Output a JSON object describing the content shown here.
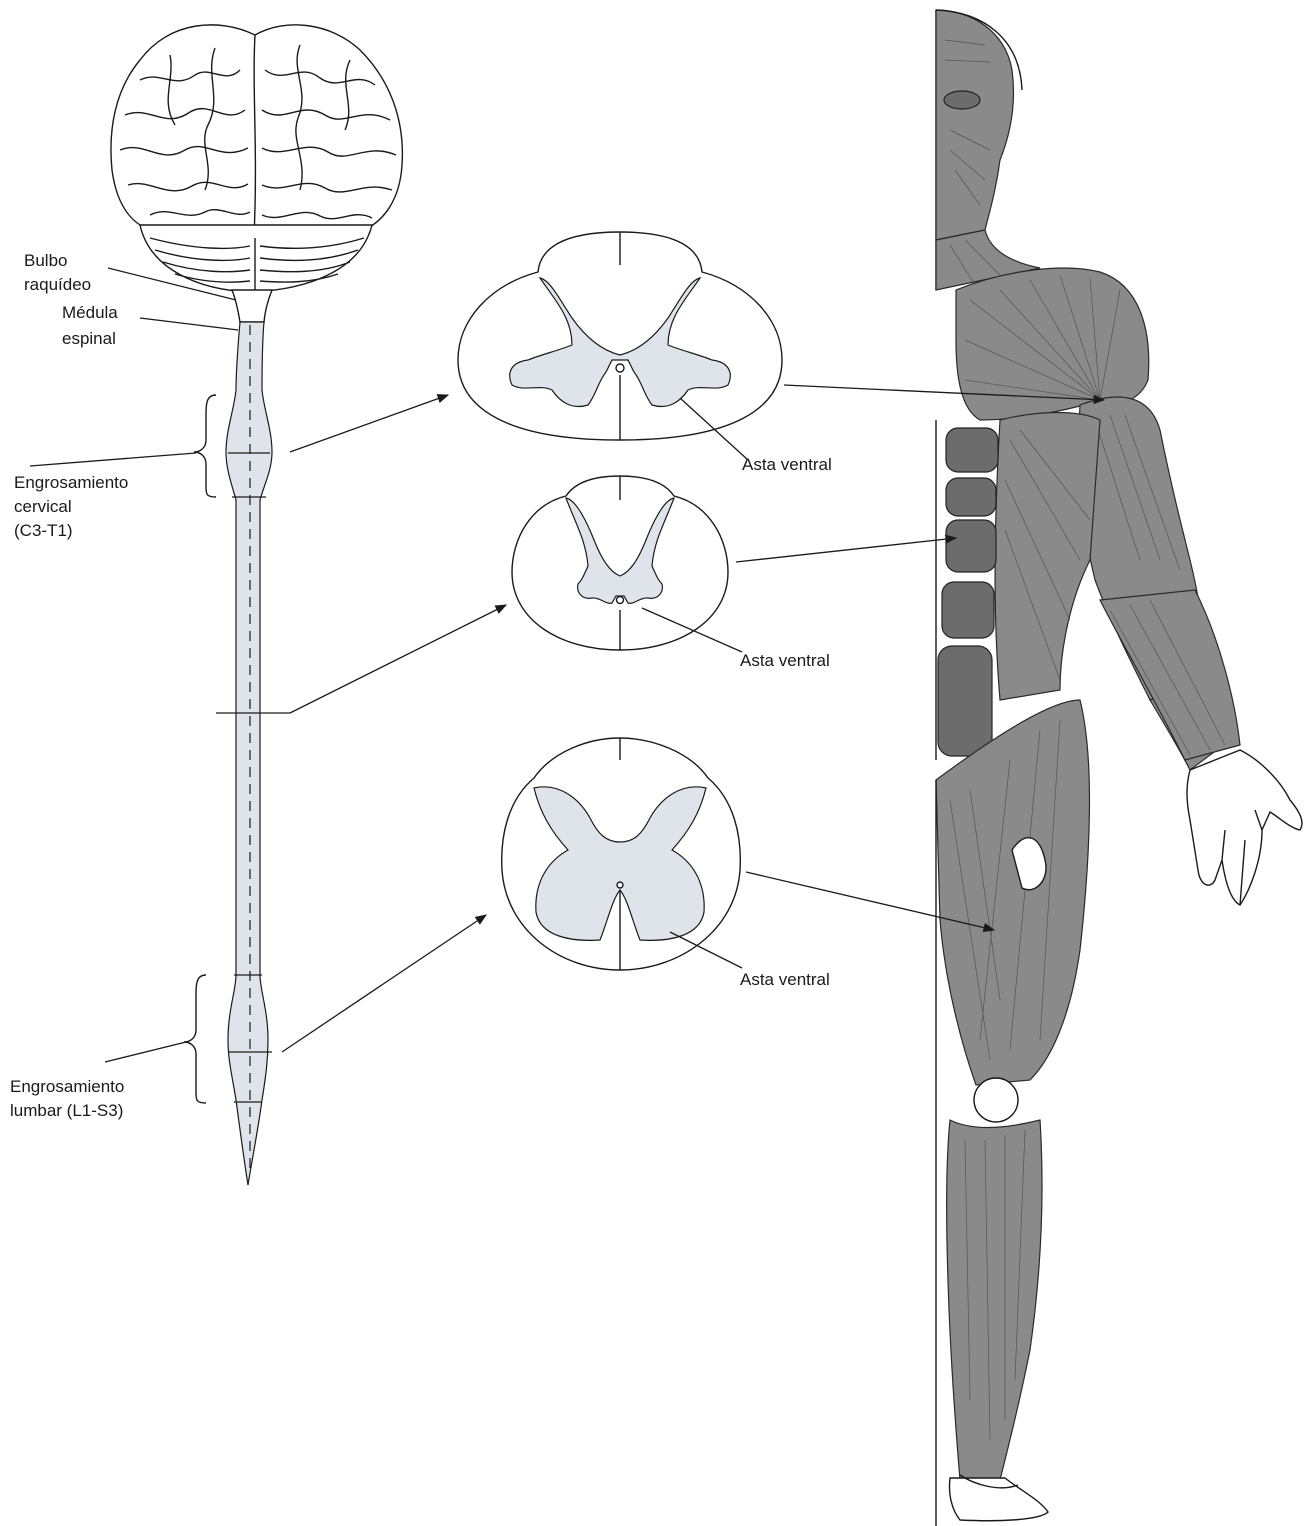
{
  "labels": {
    "bulbo_line1": "Bulbo",
    "bulbo_line2": "raquídeo",
    "medula_line1": "Médula",
    "medula_line2": "espinal",
    "cervical_line1": "Engrosamiento",
    "cervical_line2": "cervical",
    "cervical_line3": "(C3-T1)",
    "lumbar_line1": "Engrosamiento",
    "lumbar_line2": "lumbar (L1-S3)",
    "asta_ventral_1": "Asta ventral",
    "asta_ventral_2": "Asta ventral",
    "asta_ventral_3": "Asta ventral"
  },
  "colors": {
    "ink": "#1a1a1a",
    "grey_matter": "#dfe4ea",
    "muscle": "#8a8a8a"
  }
}
